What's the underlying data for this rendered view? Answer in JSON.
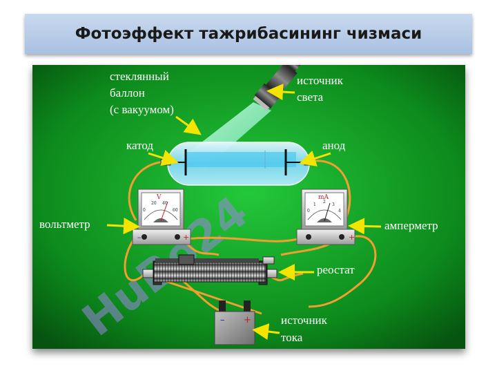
{
  "title": "Фотоэффект тажрибасининг чизмаси",
  "watermark": "HuBo24",
  "labels": {
    "balloon": [
      "стеклянный",
      "баллон",
      "(с вакуумом)"
    ],
    "light_source": [
      "источник",
      "света"
    ],
    "cathode": "катод",
    "anode": "анод",
    "voltmeter": "вольтметр",
    "ammeter": "амперметр",
    "rheostat": "реостат",
    "current_source": [
      "источник",
      "тока"
    ]
  },
  "voltmeter": {
    "unit": "V",
    "scale": [
      "0",
      "20",
      "40",
      "60"
    ]
  },
  "ammeter": {
    "unit": "mA",
    "scale": [
      "0",
      "1",
      "2",
      "3",
      "4"
    ]
  },
  "battery": {
    "minus": "–",
    "plus": "+"
  },
  "colors": {
    "background": "#0e8a1f",
    "wire": "#f0a030",
    "arrow": "#f4e400",
    "light": "#8ff0c0"
  }
}
